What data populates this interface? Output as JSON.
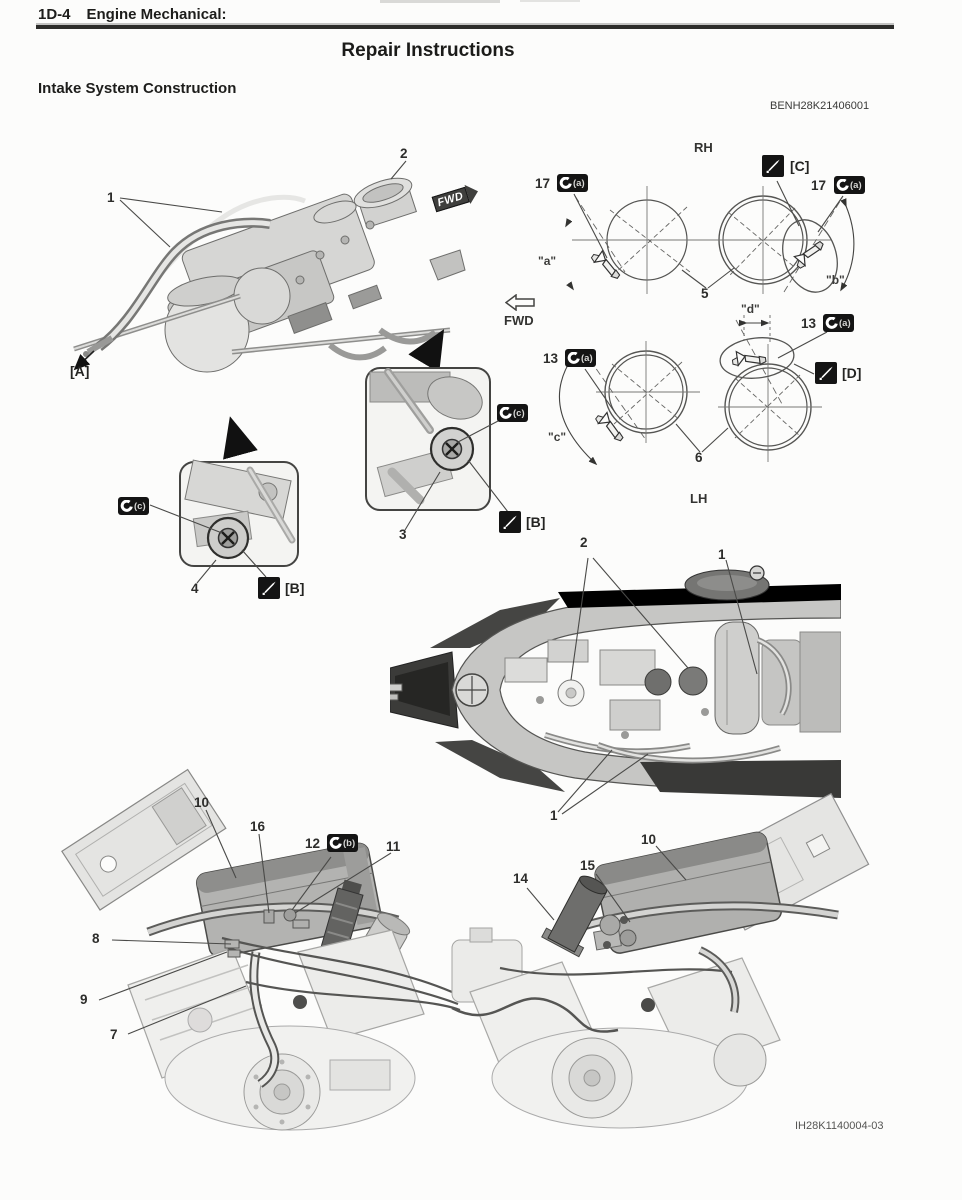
{
  "header": {
    "section_code": "1D-4",
    "section_title": "Engine Mechanical:"
  },
  "page": {
    "main_title": "Repair Instructions",
    "subsection_title": "Intake System Construction",
    "ref_code": "BENH28K21406001",
    "figure_code": "IH28K1140004-03"
  },
  "labels": {
    "rh": "RH",
    "lh": "LH",
    "fwd": "FWD",
    "view_a": "[A]",
    "view_b": "[B]",
    "view_c": "[C]",
    "view_d": "[D]",
    "angle_a": "\"a\"",
    "angle_b": "\"b\"",
    "angle_c": "\"c\"",
    "angle_d": "\"d\"",
    "wrench_a": "(a)",
    "wrench_b": "(b)",
    "wrench_c": "(c)"
  },
  "callouts": {
    "c1": "1",
    "c2": "2",
    "c3": "3",
    "c4": "4",
    "c5": "5",
    "c6": "6",
    "c7": "7",
    "c8": "8",
    "c9": "9",
    "c10": "10",
    "c11": "11",
    "c12": "12",
    "c13": "13",
    "c14": "14",
    "c15": "15",
    "c16": "16",
    "c17": "17"
  },
  "icons": {
    "wrench": "open-end-wrench",
    "brush": "apply-sealant-brush",
    "fwd_banner": "forward-direction-arrow",
    "fwd_outline": "left-outline-arrow"
  },
  "colors": {
    "paper": "#fcfcfb",
    "ink": "#222220",
    "badge_bg": "#141414",
    "drawing_dark": "#3a3a38",
    "drawing_mid": "#8a8a88",
    "drawing_light": "#d6d6d4"
  }
}
